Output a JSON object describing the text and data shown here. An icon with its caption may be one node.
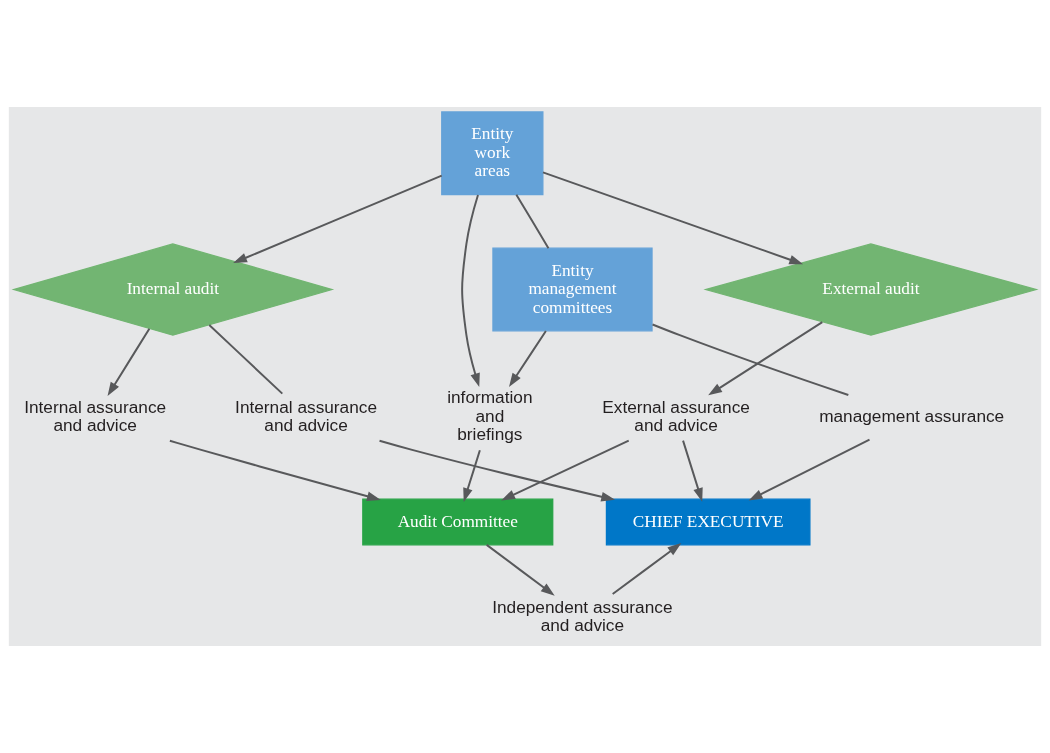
{
  "diagram": {
    "nodes": [
      {
        "text": [
          "CHIEF EXECUTIVE"
        ]
      },
      {
        "text": [
          "Audit Committee"
        ]
      },
      {
        "text": [
          "Entity management committees"
        ]
      },
      {
        "text": [
          "Entity work areas"
        ]
      },
      {
        "text": [
          "Internal audit"
        ]
      },
      {
        "text": [
          "External audit"
        ]
      },
      {
        "text": [
          "Internal assurance and advice"
        ]
      },
      {
        "text": [
          "management assurance"
        ]
      },
      {
        "text": [
          "Independent assurance and advice"
        ]
      },
      {
        "text": [
          "information and briefings"
        ]
      },
      {
        "text": [
          "External assurance and advice"
        ]
      },
      {
        "text": [
          "Internal assurance and advice"
        ]
      }
    ],
    "edges": [
      {
        "from": 4,
        "to": 6,
        "arrow": "none"
      },
      {
        "from": 6,
        "to": 0,
        "arrow": "to"
      },
      {
        "from": 2,
        "to": 7,
        "arrow": "none"
      },
      {
        "from": 7,
        "to": 0,
        "arrow": "to"
      },
      {
        "from": 3,
        "to": 2,
        "arrow": "none"
      },
      {
        "from": 1,
        "to": 8,
        "arrow": "to"
      },
      {
        "from": 8,
        "to": 0,
        "arrow": "to"
      },
      {
        "from": 2,
        "to": 9,
        "arrow": "to"
      },
      {
        "from": 3,
        "to": 9,
        "arrow": "to"
      },
      {
        "from": 9,
        "to": 1,
        "arrow": "to"
      },
      {
        "from": 3,
        "to": 4,
        "arrow": "to"
      },
      {
        "from": 3,
        "to": 5,
        "arrow": "to"
      },
      {
        "from": 5,
        "to": 10,
        "arrow": "to"
      },
      {
        "from": 10,
        "to": 1,
        "arrow": "to"
      },
      {
        "from": 10,
        "to": 0,
        "arrow": "to"
      },
      {
        "from": 4,
        "to": 11,
        "arrow": "to"
      },
      {
        "from": 11,
        "to": 1,
        "arrow": "to"
      }
    ]
  }
}
